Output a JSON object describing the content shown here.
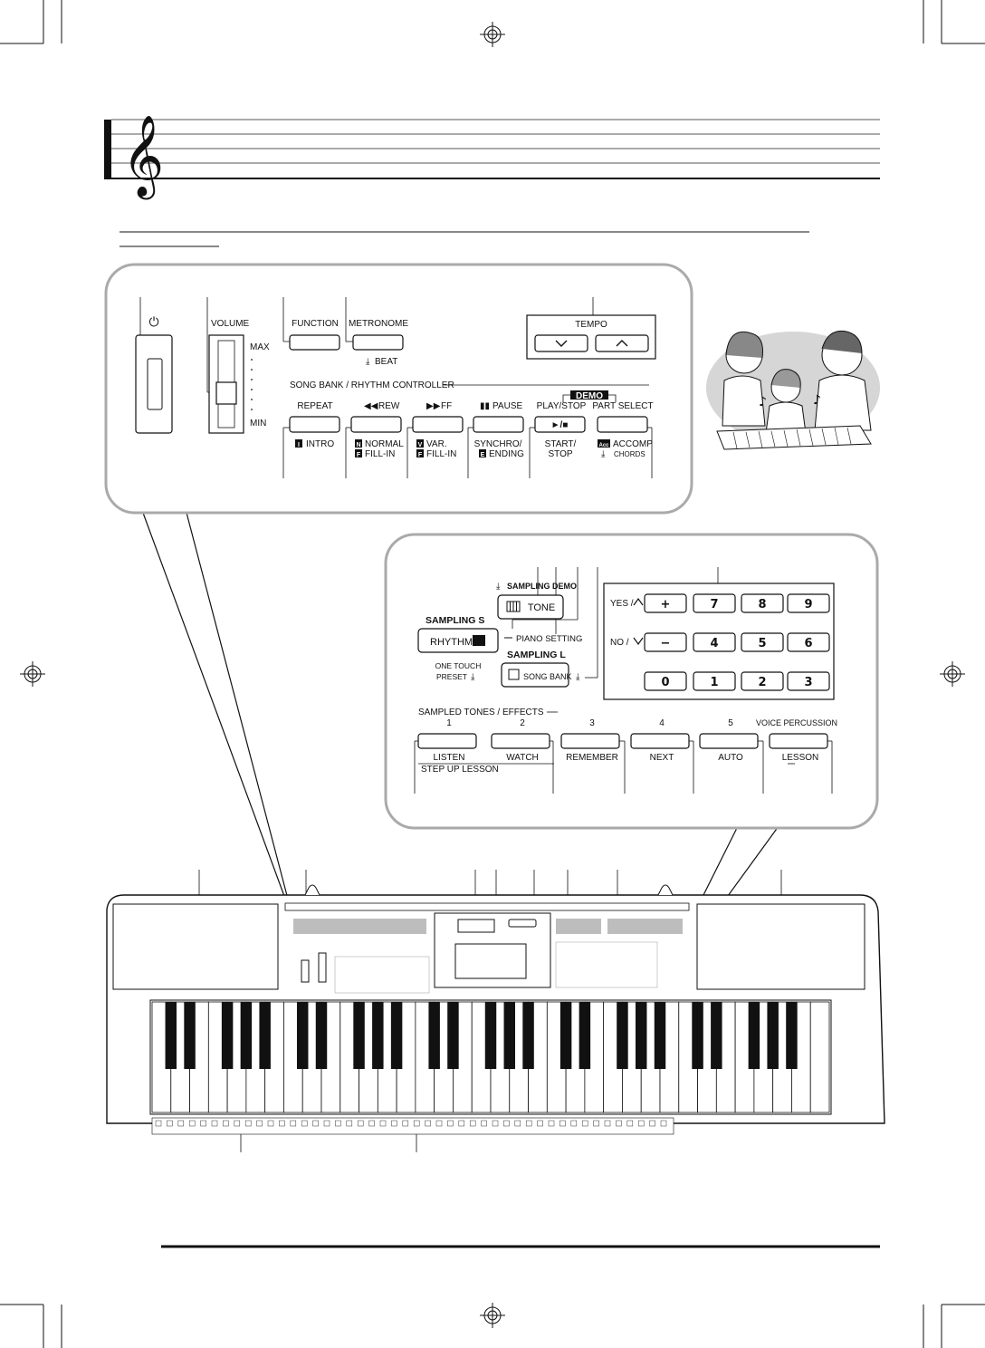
{
  "panel1": {
    "power_symbol": "⏻",
    "volume": "VOLUME",
    "max": "MAX",
    "min": "MIN",
    "function": "FUNCTION",
    "metronome": "METRONOME",
    "beat": "BEAT",
    "tempo": "TEMPO",
    "song_bank_rhythm_controller": "SONG BANK / RHYTHM CONTROLLER",
    "demo": "DEMO",
    "repeat": "REPEAT",
    "rew": "REW",
    "ff": "FF",
    "pause": "PAUSE",
    "play_stop": "PLAY/STOP",
    "part_select": "PART SELECT",
    "intro": "INTRO",
    "normal": "NORMAL",
    "fill_in_1": "FILL-IN",
    "var": "VAR.",
    "fill_in_2": "FILL-IN",
    "synchro": "SYNCHRO/",
    "ending": "ENDING",
    "start": "START/",
    "stop": "STOP",
    "accomp": "ACCOMP",
    "chords": "CHORDS",
    "play_stop_symbol": "►/■",
    "intro_badge": "I",
    "normal_badge": "N",
    "fill_badge": "F",
    "var_badge": "V",
    "ending_badge": "E",
    "acc_badge": "Acc"
  },
  "panel2": {
    "sampling_demo": "SAMPLING DEMO",
    "tone": "TONE",
    "sampling_s": "SAMPLING S",
    "rhythm": "RHYTHM",
    "piano_setting": "PIANO SETTING",
    "sampling_l": "SAMPLING L",
    "song_bank": "SONG BANK",
    "one_touch": "ONE TOUCH",
    "preset": "PRESET",
    "yes": "YES /",
    "no": "NO /",
    "keypad": [
      [
        "+",
        "7",
        "8",
        "9"
      ],
      [
        "−",
        "4",
        "5",
        "6"
      ],
      [
        "0",
        "1",
        "2",
        "3"
      ]
    ],
    "sampled_tones_effects": "SAMPLED TONES / EFFECTS",
    "button_numbers": [
      "1",
      "2",
      "3",
      "4",
      "5"
    ],
    "voice_percussion": "VOICE PERCUSSION",
    "lesson_labels": [
      "LISTEN",
      "WATCH",
      "REMEMBER",
      "NEXT",
      "AUTO",
      "LESSON"
    ],
    "step_up_lesson": "STEP UP LESSON"
  },
  "keyboard": {
    "white_key_count": 36
  },
  "colors": {
    "line": "#111111",
    "staff": "#555555",
    "panel_fill": "#ffffff",
    "grey_strip": "#bdbdbd",
    "key_black": "#111111",
    "illustration": "#d0d0d0"
  }
}
